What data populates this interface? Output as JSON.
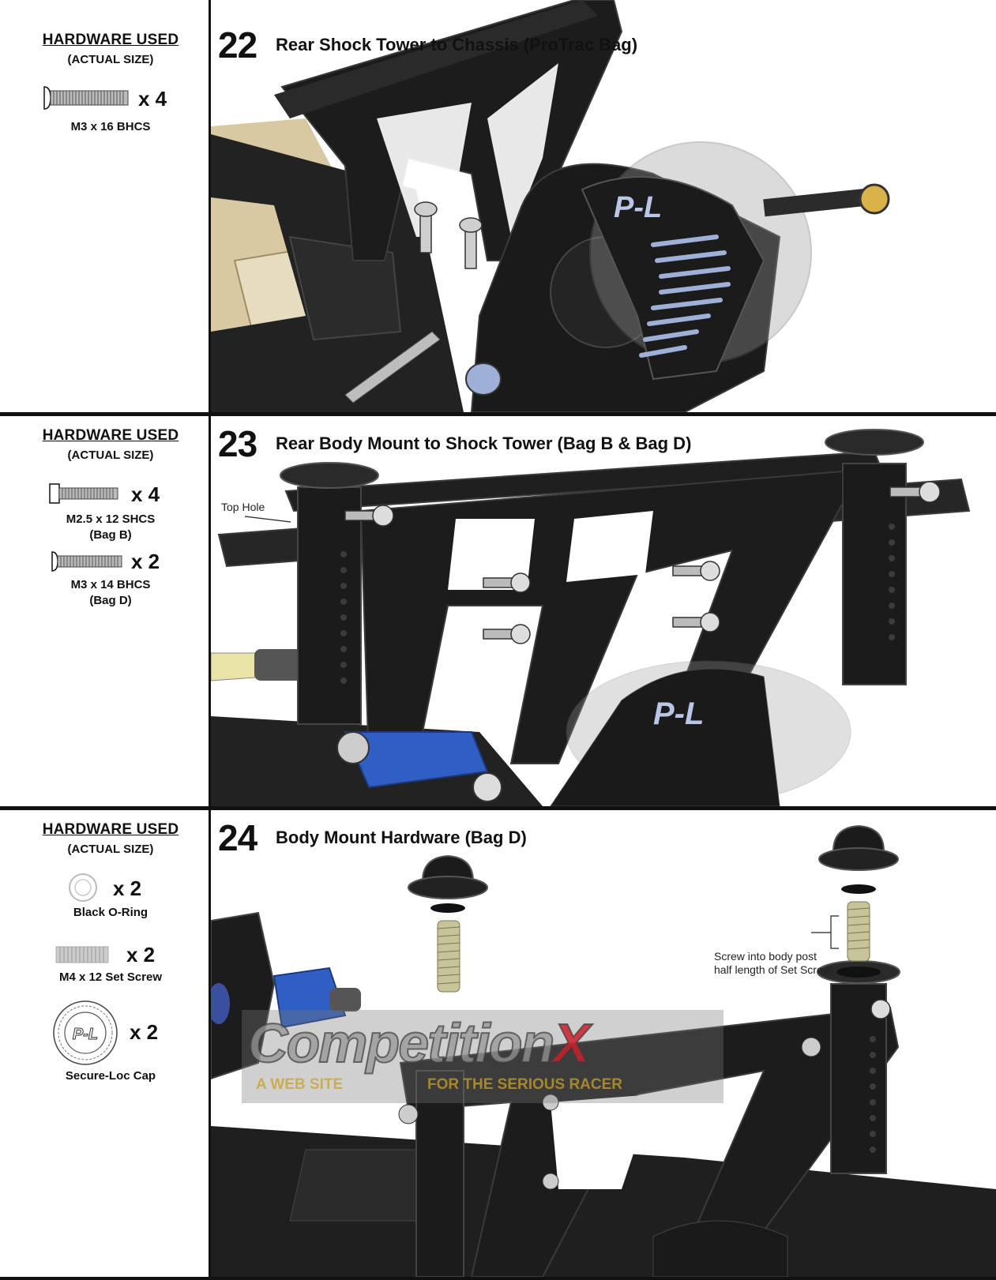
{
  "steps": [
    {
      "number": "22",
      "title": "Rear Shock Tower to Chassis (ProTrac Bag)",
      "hardware_title": "HARDWARE USED",
      "hardware_subtitle": "(ACTUAL SIZE)",
      "parts": [
        {
          "name": "M3 x 16 BHCS",
          "qty": "x 4",
          "icon": "button-head-screw-icon"
        }
      ]
    },
    {
      "number": "23",
      "title": "Rear Body Mount to Shock Tower (Bag B & Bag D)",
      "hardware_title": "HARDWARE USED",
      "hardware_subtitle": "(ACTUAL SIZE)",
      "annotation": "Top Hole",
      "parts": [
        {
          "name": "M2.5 x 12 SHCS",
          "bag": "(Bag B)",
          "qty": "x 4",
          "icon": "socket-head-screw-icon"
        },
        {
          "name": "M3 x 14 BHCS",
          "bag": "(Bag D)",
          "qty": "x 2",
          "icon": "button-head-screw-icon"
        }
      ]
    },
    {
      "number": "24",
      "title": "Body Mount Hardware (Bag D)",
      "hardware_title": "HARDWARE USED",
      "hardware_subtitle": "(ACTUAL SIZE)",
      "annotation_line1": "Screw into body post",
      "annotation_line2": "half length of Set Screw.",
      "parts": [
        {
          "name": "Black O-Ring",
          "qty": "x 2",
          "icon": "o-ring-icon"
        },
        {
          "name": "M4 x 12 Set Screw",
          "qty": "x 2",
          "icon": "set-screw-icon"
        },
        {
          "name": "Secure-Loc Cap",
          "qty": "x 2",
          "icon": "secure-loc-cap-icon"
        }
      ]
    }
  ],
  "watermark": {
    "brand": "CompetitionX",
    "brand_main": "Competition",
    "brand_accent": "X",
    "tagline_left": "A WEB SITE",
    "tagline_right": "FOR THE SERIOUS RACER"
  },
  "logo_text": "P-L",
  "colors": {
    "line": "#111111",
    "part_dark": "#1e1e1e",
    "accent_blue": "#2f5fc4",
    "watermark_red": "#c8202a",
    "watermark_gold": "#c9a227",
    "tan": "#d8c9a3"
  }
}
